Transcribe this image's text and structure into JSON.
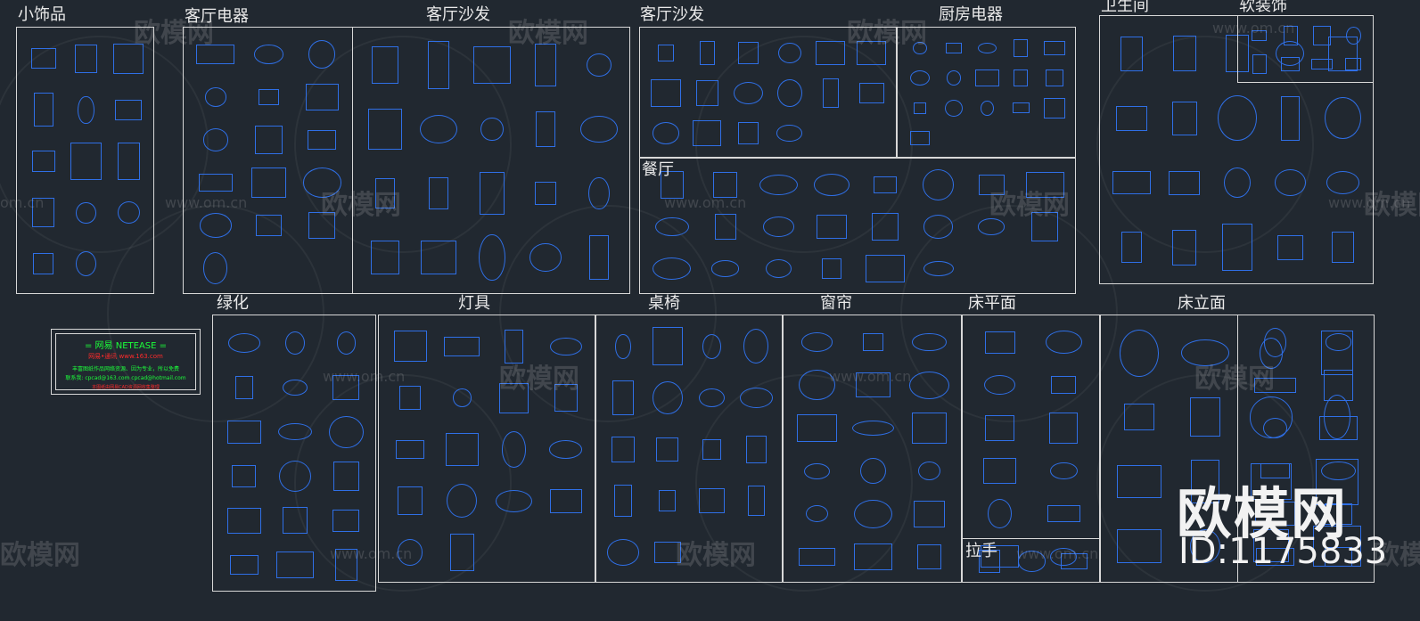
{
  "panel_titles": {
    "small_decor": "小饰品",
    "living_appliances": "客厅电器",
    "living_sofa_1": "客厅沙发",
    "living_sofa_2": "客厅沙发",
    "kitchen_appliances": "厨房电器",
    "bathroom": "卫生间",
    "soft_furnishing": "软装饰",
    "dining": "餐厅",
    "greenery": "绿化",
    "lighting": "灯具",
    "tables_chairs": "桌椅",
    "curtains": "窗帘",
    "bed_plan": "床平面",
    "bed_elevation": "床立面",
    "handles": "拉手"
  },
  "netease_box": {
    "line1": "= 网易  NETEASE =",
    "line2": "网易•通讯   www.163.com",
    "line3": "丰富图纸作品网络资源、因为专业，所以免费",
    "line4": "联系我: cpcad@163.com  cpcad@hotmail.com",
    "line5": "本图纸由网易CAD资源网收集整理"
  },
  "watermark": {
    "brand": "欧模网",
    "url": "www.om.cn",
    "url_partial": "om.cn"
  },
  "brand_overlay": {
    "name": "欧模网",
    "id": "ID:1175833"
  },
  "colors": {
    "background": "#212830",
    "symbol_blue": "#2f6fe6",
    "frame_border": "#d8d8d8",
    "netease_green": "#1cff3a",
    "netease_red": "#ff2a2a"
  }
}
